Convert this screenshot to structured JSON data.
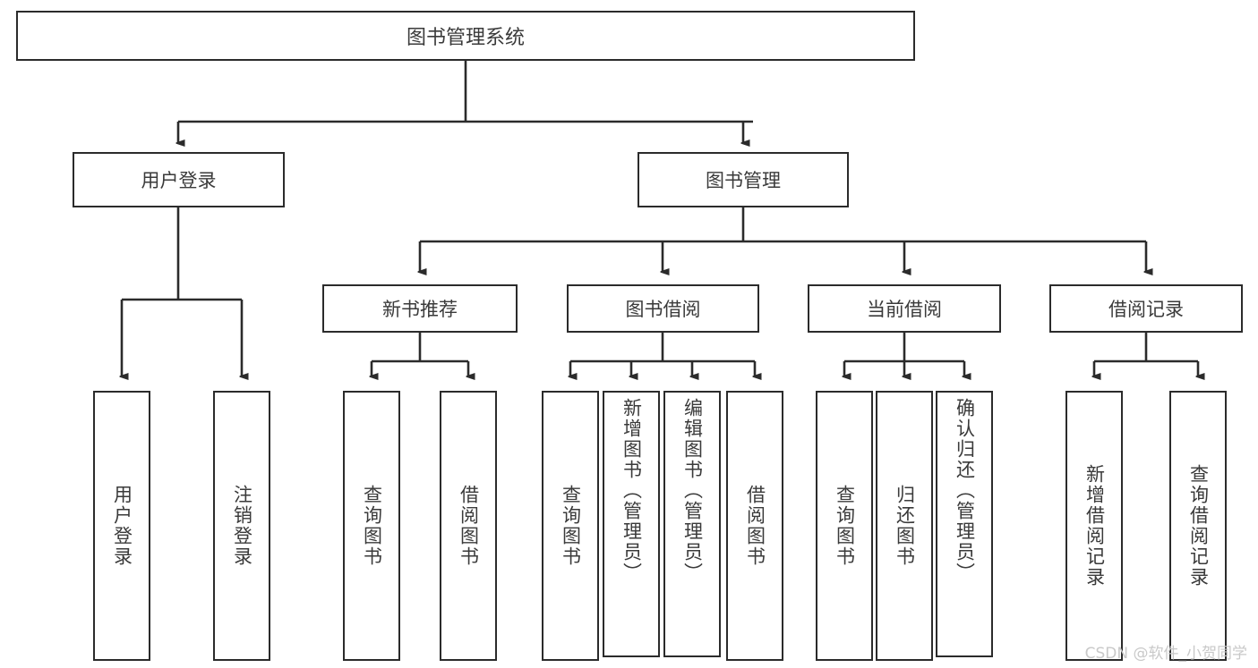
{
  "diagram": {
    "title": "图书管理系统",
    "type": "hierarchy-tree",
    "root": {
      "label": "图书管理系统"
    },
    "level2": [
      {
        "label": "用户登录"
      },
      {
        "label": "图书管理"
      }
    ],
    "level3": [
      {
        "label": "新书推荐"
      },
      {
        "label": "图书借阅"
      },
      {
        "label": "当前借阅"
      },
      {
        "label": "借阅记录"
      }
    ],
    "leaves": {
      "user_login": [
        {
          "label": "用户登录"
        },
        {
          "label": "注销登录"
        }
      ],
      "new_book_recommend": [
        {
          "label": "查询图书"
        },
        {
          "label": "借阅图书"
        }
      ],
      "book_borrow": [
        {
          "label": "查询图书"
        },
        {
          "label": "新增图书（管理员）"
        },
        {
          "label": "编辑图书（管理员）"
        },
        {
          "label": "借阅图书"
        }
      ],
      "current_borrow": [
        {
          "label": "查询图书"
        },
        {
          "label": "归还图书"
        },
        {
          "label": "确认归还（管理员）"
        }
      ],
      "borrow_record": [
        {
          "label": "新增借阅记录"
        },
        {
          "label": "查询借阅记录"
        }
      ]
    }
  },
  "watermark": {
    "text": "CSDN @软件_小贺同学"
  },
  "colors": {
    "border": "#2b2b2b",
    "text": "#3a3a3a",
    "background": "#ffffff",
    "watermark": "#c9c9c9"
  }
}
